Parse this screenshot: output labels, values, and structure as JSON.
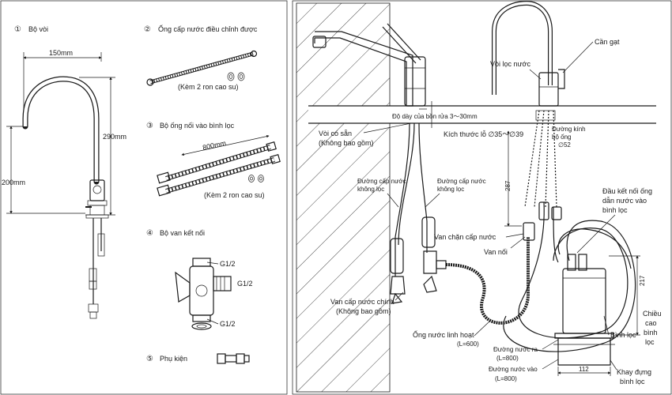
{
  "left": {
    "items": [
      {
        "num": "①",
        "title": "Bộ vòi"
      },
      {
        "num": "②",
        "title": "Ống cấp nước điều chỉnh được"
      },
      {
        "num": "③",
        "title": "Bộ ống nối vào bình lọc"
      },
      {
        "num": "④",
        "title": "Bộ van kết nối"
      },
      {
        "num": "⑤",
        "title": "Phụ kiện"
      }
    ],
    "dims": {
      "width_150": "150mm",
      "height_290": "290mm",
      "height_200": "200mm",
      "length_800": "800mm"
    },
    "notes": {
      "gasket_a": "(Kèm 2 ron cao su)",
      "gasket_b": "(Kèm 2 ron cao su)"
    },
    "valve": {
      "g_top": "G1/2",
      "g_right": "G1/2",
      "g_bottom": "G1/2"
    }
  },
  "right": {
    "labels": {
      "lever": "Cần gạt",
      "filter_faucet": "Vòi lọc nước",
      "sink_thickness": "Độ dày của bồn rửa 3～30mm",
      "existing_faucet_1": "Vòi có sẵn",
      "existing_faucet_2": "(Không bao gồm)",
      "hole_size": "Kích thước lỗ ∅35～∅39",
      "pipe_dia_1": "Đường kính",
      "pipe_dia_2": "bộ ống",
      "pipe_dia_3": "∅52",
      "unfiltered_a_1": "Đường cấp nước",
      "unfiltered_a_2": "không lọc",
      "unfiltered_b_1": "Đường cấp nước",
      "unfiltered_b_2": "không lọc",
      "dim_287": "287",
      "connector_1": "Đầu kết nối ống",
      "connector_2": "dẫn nước vào",
      "connector_3": "bình lọc",
      "shutoff_valve": "Van chặn cấp nước",
      "joint_valve": "Van nối",
      "main_valve_1": "Van cấp nước chính",
      "main_valve_2": "(Không bao gồm)",
      "flex_hose": "Ống nước linh hoạt",
      "flex_hose_len": "(L=600)",
      "outlet_1": "Đường nước ra",
      "outlet_2": "(L=800)",
      "inlet_1": "Đường nước vào",
      "inlet_2": "(L=800)",
      "dim_217": "217",
      "filter_height_1": "Chiều",
      "filter_height_2": "cao",
      "filter_height_3": "bình",
      "filter_height_4": "lọc",
      "filter_tank": "Bình lọc",
      "dim_112": "112",
      "tray_1": "Khay đựng",
      "tray_2": "bình lọc"
    }
  }
}
